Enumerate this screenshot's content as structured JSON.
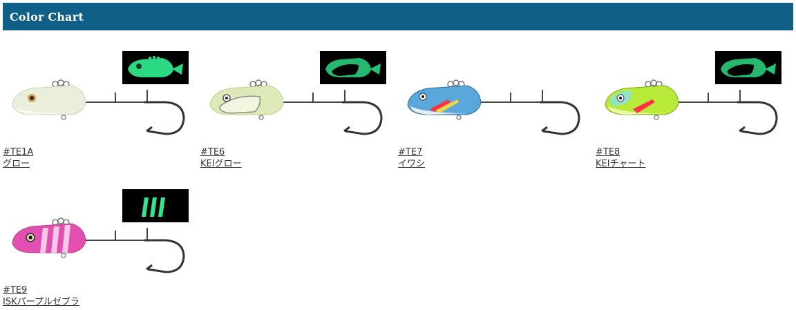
{
  "header": {
    "title": "Color Chart"
  },
  "colors": {
    "header_bg": "#0f5f86"
  },
  "products": [
    {
      "code": "#TE1A",
      "name": "グロー",
      "swatch_icon": "glow-lure-head-icon",
      "body_color": "#e9efdb",
      "belly_color": "#f7f9ef"
    },
    {
      "code": "#TE6",
      "name": "KEIグロー",
      "swatch_icon": "glow-lure-keimura-icon",
      "body_color": "#dde9b6",
      "belly_color": "#f2f6df"
    },
    {
      "code": "#TE7",
      "name": "イワシ",
      "swatch_icon": "",
      "body_color": "#5aa7dc",
      "belly_color": "#e9eef2"
    },
    {
      "code": "#TE8",
      "name": "KEIチャート",
      "swatch_icon": "glow-lure-keimura-icon",
      "body_color": "#b8ea3a",
      "belly_color": "#eaf8a8"
    },
    {
      "code": "#TE9",
      "name": "ISKパープルゼブラ",
      "swatch_icon": "glow-zebra-stripes-icon",
      "body_color": "#e24fb0",
      "belly_color": "#f7c9e6"
    }
  ]
}
